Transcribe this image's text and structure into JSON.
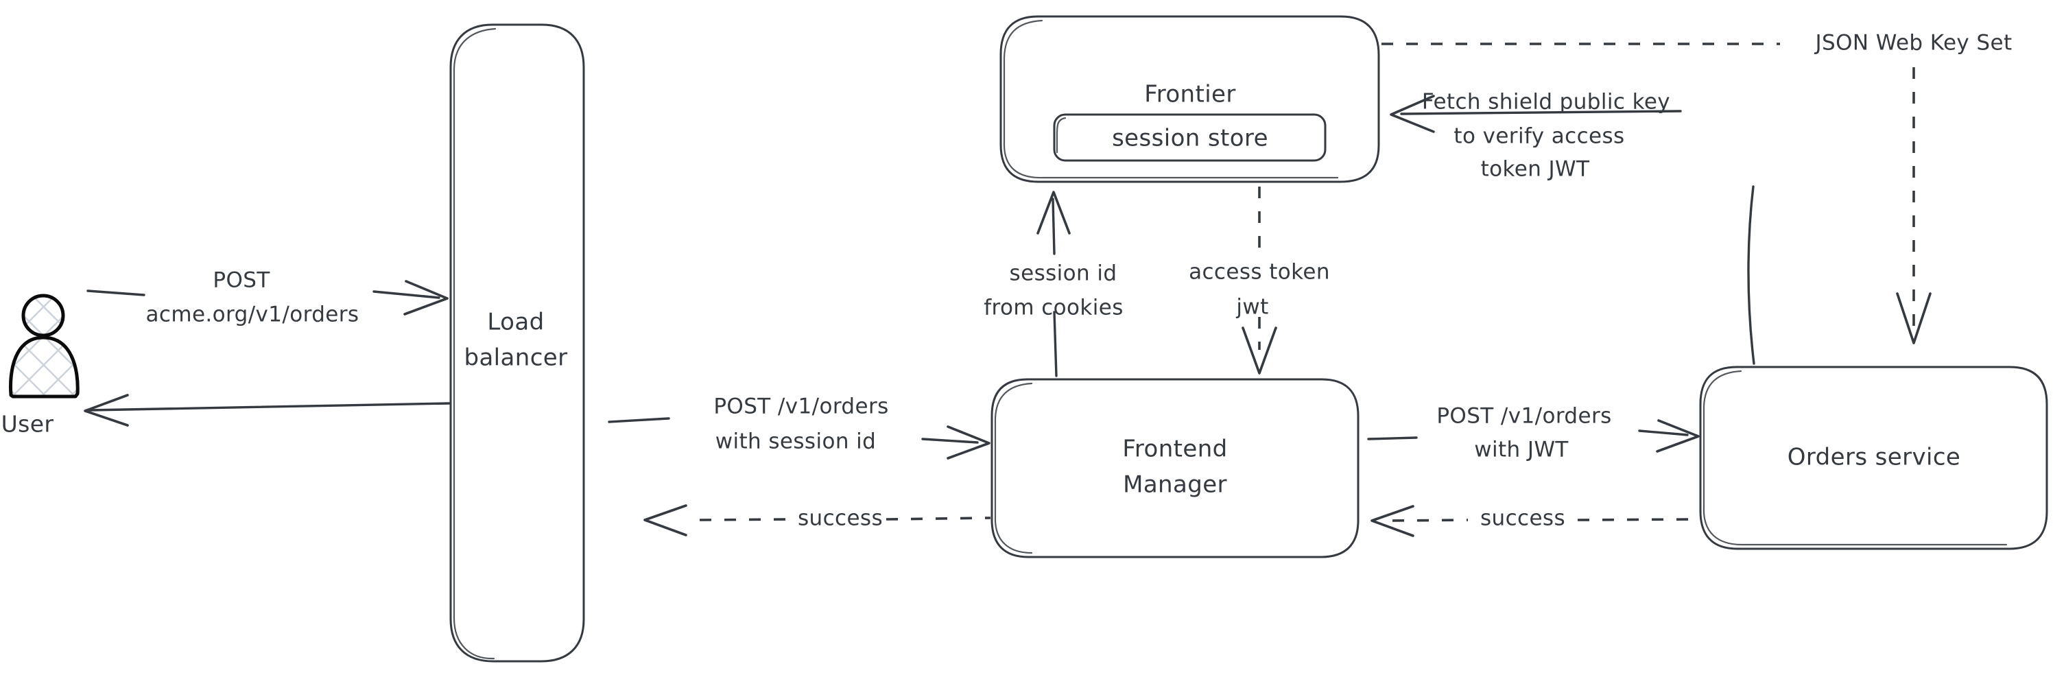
{
  "diagram": {
    "title": "Access token request flow",
    "background_color": "#ffffff",
    "stroke_color": "#343a40",
    "hatch_color": "#ccd2da"
  },
  "actors": {
    "user": {
      "label": "User",
      "icon": "person-icon"
    }
  },
  "nodes": {
    "load_balancer": {
      "label_line1": "Load",
      "label_line2": "balancer"
    },
    "frontier": {
      "label": "Frontier"
    },
    "session_store": {
      "label": "session store"
    },
    "frontend_manager": {
      "label_line1": "Frontend",
      "label_line2": "Manager"
    },
    "orders_service": {
      "label": "Orders service"
    }
  },
  "edges": {
    "user_to_lb": {
      "label_line1": "POST",
      "label_line2": "acme.org/v1/orders",
      "style": "solid",
      "direction": "right"
    },
    "lb_to_user": {
      "label": "",
      "style": "solid",
      "direction": "left"
    },
    "lb_to_fm": {
      "label_line1": "POST /v1/orders",
      "label_line2": "with session id",
      "style": "solid",
      "direction": "right"
    },
    "fm_to_lb": {
      "label": "success",
      "style": "dashed",
      "direction": "left"
    },
    "fm_to_orders": {
      "label_line1": "POST /v1/orders",
      "label_line2": "with JWT",
      "style": "solid",
      "direction": "right"
    },
    "orders_to_fm": {
      "label": "success",
      "style": "dashed",
      "direction": "left"
    },
    "fm_to_frontier": {
      "label_line1": "session id",
      "label_line2": "from cookies",
      "style": "solid",
      "direction": "up"
    },
    "frontier_to_fm": {
      "label_line1": "access token",
      "label_line2": "jwt",
      "style": "dashed",
      "direction": "down"
    },
    "orders_to_frontier": {
      "label_line1": "Fetch shield public key",
      "label_line2": "to verify access",
      "label_line3": "token JWT",
      "style": "solid",
      "direction": "left"
    },
    "frontier_to_orders": {
      "label": "JSON Web Key Set",
      "style": "dashed",
      "direction": "down"
    }
  }
}
